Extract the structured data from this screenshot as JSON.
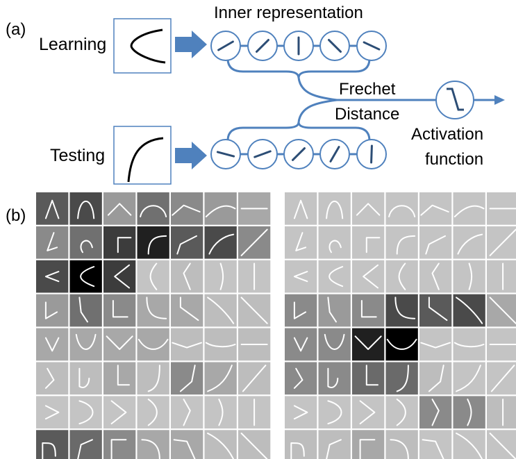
{
  "panel_a": {
    "marker": "(a)",
    "learning_label": "Learning",
    "testing_label": "Testing",
    "inner_rep_label": "Inner representation",
    "frechet_line1": "Frechet",
    "frechet_line2": "Distance",
    "activation_line1": "Activation",
    "activation_line2": "function",
    "colors": {
      "box_border": "#4f81bd",
      "arrow_fill": "#4f81bd",
      "stroke": "#2c4d75"
    }
  },
  "panel_b": {
    "marker": "(b)",
    "grid_rows": 8,
    "grid_cols": 7,
    "glyphs": [
      [
        "lambda",
        "cap",
        "tri",
        "arch",
        "bend",
        "arcR",
        "bar"
      ],
      [
        "hookL",
        "hookC",
        "corner",
        "arcTL",
        "kinkTL",
        "arcTL2",
        "diag"
      ],
      [
        "ltAngle",
        "ltC",
        "ltSharp",
        "arcLeft",
        "ltBrack",
        "parenL",
        "vbar"
      ],
      [
        "hookR",
        "hookBL",
        "L",
        "arcBL",
        "kinkBL",
        "diagDown",
        "diagDown2"
      ],
      [
        "vee",
        "cup",
        "v",
        "smile",
        "hump",
        "fold",
        "hline"
      ],
      [
        "cornerL",
        "cornerJ",
        "bracket",
        "jCurve",
        "kinkJ",
        "arcBR",
        "slash"
      ],
      [
        ">",
        "D",
        "gtAngle",
        "parenR2",
        "gtSoft",
        "parenR",
        "vbar2"
      ],
      [
        "cornerUL",
        "cornerUL2",
        "Lbracket",
        "arcUR",
        "kinkUR",
        "diagK",
        "diagK2"
      ]
    ],
    "left_shades": [
      [
        "#5a5a5a",
        "#4a4a4a",
        "#9a9a9a",
        "#707070",
        "#8a8a8a",
        "#9a9a9a",
        "#a8a8a8"
      ],
      [
        "#8a8a8a",
        "#707070",
        "#3c3c3c",
        "#202020",
        "#5a5a5a",
        "#4a4a4a",
        "#8a8a8a"
      ],
      [
        "#4a4a4a",
        "#000000",
        "#3c3c3c",
        "#c4c4c4",
        "#bdbdbd",
        "#c4c4c4",
        "#c4c4c4"
      ],
      [
        "#9a9a9a",
        "#707070",
        "#8a8a8a",
        "#a8a8a8",
        "#a8a8a8",
        "#bdbdbd",
        "#bdbdbd"
      ],
      [
        "#a8a8a8",
        "#a8a8a8",
        "#a8a8a8",
        "#a8a8a8",
        "#bdbdbd",
        "#bdbdbd",
        "#bdbdbd"
      ],
      [
        "#bdbdbd",
        "#bdbdbd",
        "#a8a8a8",
        "#bdbdbd",
        "#8a8a8a",
        "#a8a8a8",
        "#bdbdbd"
      ],
      [
        "#c4c4c4",
        "#c4c4c4",
        "#c4c4c4",
        "#c4c4c4",
        "#c4c4c4",
        "#c4c4c4",
        "#c4c4c4"
      ],
      [
        "#5a5a5a",
        "#6a6a6a",
        "#8a8a8a",
        "#a8a8a8",
        "#a8a8a8",
        "#bdbdbd",
        "#bdbdbd"
      ]
    ],
    "right_shades": [
      [
        "#c4c4c4",
        "#c4c4c4",
        "#c4c4c4",
        "#c4c4c4",
        "#c4c4c4",
        "#c4c4c4",
        "#c4c4c4"
      ],
      [
        "#c4c4c4",
        "#c4c4c4",
        "#c4c4c4",
        "#c4c4c4",
        "#c4c4c4",
        "#c4c4c4",
        "#c4c4c4"
      ],
      [
        "#c4c4c4",
        "#c4c4c4",
        "#c4c4c4",
        "#c4c4c4",
        "#c4c4c4",
        "#c4c4c4",
        "#c4c4c4"
      ],
      [
        "#8a8a8a",
        "#9a9a9a",
        "#8a8a8a",
        "#4a4a4a",
        "#5a5a5a",
        "#4a4a4a",
        "#a8a8a8"
      ],
      [
        "#8a8a8a",
        "#8a8a8a",
        "#202020",
        "#000000",
        "#c4c4c4",
        "#c4c4c4",
        "#c4c4c4"
      ],
      [
        "#8a8a8a",
        "#8a8a8a",
        "#6a6a6a",
        "#6a6a6a",
        "#bdbdbd",
        "#c4c4c4",
        "#c4c4c4"
      ],
      [
        "#c4c4c4",
        "#c4c4c4",
        "#c4c4c4",
        "#c4c4c4",
        "#8a8a8a",
        "#8a8a8a",
        "#bdbdbd"
      ],
      [
        "#bdbdbd",
        "#bdbdbd",
        "#a8a8a8",
        "#bdbdbd",
        "#c4c4c4",
        "#c4c4c4",
        "#c4c4c4"
      ]
    ]
  }
}
